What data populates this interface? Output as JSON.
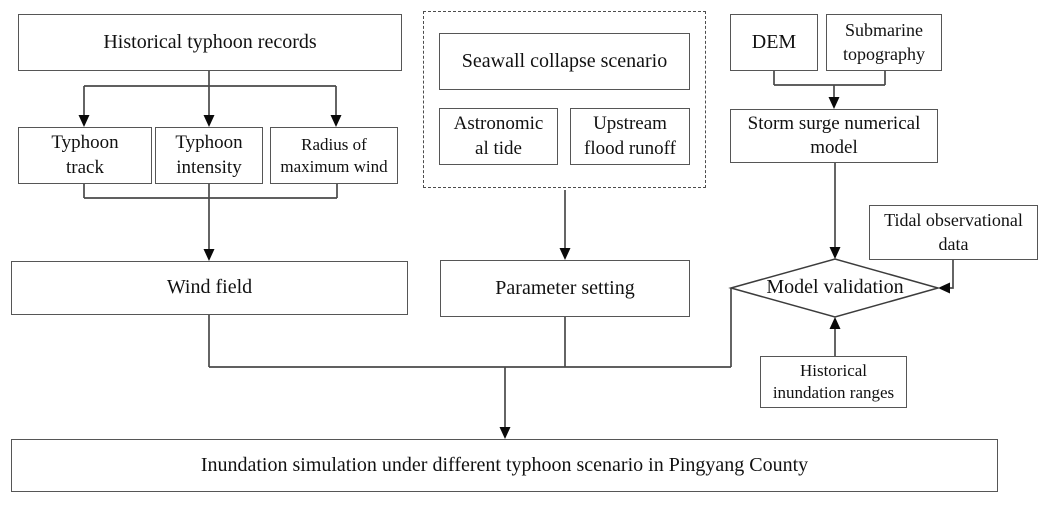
{
  "colors": {
    "background": "#ffffff",
    "box_border": "#565656",
    "dashed_border": "#4d4d4d",
    "connector_line": "#4a4a4a",
    "arrowhead": "#0a0a0a",
    "text": "#111111"
  },
  "nodes": {
    "historical_records": {
      "label": "Historical typhoon records"
    },
    "typhoon_track": {
      "label": "Typhoon\ntrack"
    },
    "typhoon_intensity": {
      "label": "Typhoon\nintensity"
    },
    "radius_max_wind": {
      "label": "Radius of\nmaximum wind"
    },
    "seawall_collapse": {
      "label": "Seawall collapse scenario"
    },
    "astronomical_tide": {
      "label": "Astronomic\nal tide"
    },
    "upstream_flood_runoff": {
      "label": "Upstream\nflood runoff"
    },
    "dem": {
      "label": "DEM"
    },
    "submarine_topography": {
      "label": "Submarine\ntopography"
    },
    "storm_surge_model": {
      "label": "Storm surge numerical\nmodel"
    },
    "tidal_observational_data": {
      "label": "Tidal observational\ndata"
    },
    "model_validation": {
      "label": "Model validation"
    },
    "historical_inundation_ranges": {
      "label": "Historical\ninundation ranges"
    },
    "wind_field": {
      "label": "Wind field"
    },
    "parameter_setting": {
      "label": "Parameter setting"
    },
    "inundation_simulation": {
      "label": "Inundation simulation under different typhoon scenario in Pingyang County"
    }
  }
}
